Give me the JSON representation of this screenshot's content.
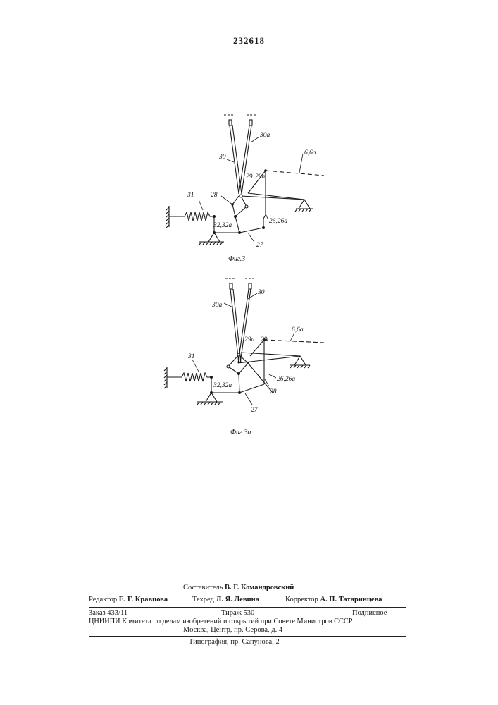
{
  "page_number": "232618",
  "fig3": {
    "caption": "Фиг.3",
    "labels": {
      "l30": "30",
      "l30a": "30а",
      "l66a": "6,6а",
      "l29": "29",
      "l29a": "29а",
      "l31": "31",
      "l28": "28",
      "l3232a": "32,32а",
      "l2626a": "26,26а",
      "l27": "27"
    }
  },
  "fig3a": {
    "caption": "Фиг 3а",
    "labels": {
      "l30a": "30а",
      "l30": "30",
      "l66a": "6,6а",
      "l29a": "29а",
      "l29": "29",
      "l31": "31",
      "l3232a": "32,32а",
      "l2626a": "26,26а",
      "l28": "28",
      "l27": "27"
    }
  },
  "footer": {
    "compiler_label": "Составитель",
    "compiler_name": "В. Г. Командровский",
    "editor_label": "Редактор",
    "editor_name": "Е. Г. Кравцова",
    "techred_label": "Техред",
    "techred_name": "Л. Я. Левина",
    "corrector_label": "Корректор",
    "corrector_name": "А. П. Татаринцева",
    "order": "Заказ 433/11",
    "circulation": "Тираж 530",
    "subscription": "Подписное",
    "org_line": "ЦНИИПИ Комитета по делам изобретений и открытий при Совете Министров СССР",
    "address": "Москва, Центр, пр. Серова, д. 4",
    "printer": "Типография, пр. Сапунова, 2"
  }
}
